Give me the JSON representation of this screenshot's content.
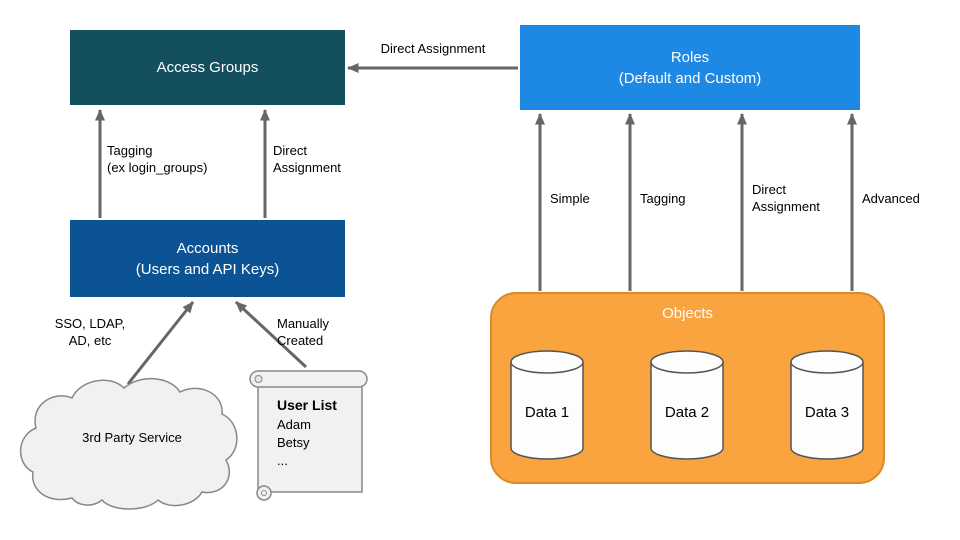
{
  "diagram": {
    "nodes": {
      "access_groups": "Access Groups",
      "roles": "Roles\n(Default and Custom)",
      "accounts": "Accounts\n(Users and API Keys)",
      "objects_title": "Objects",
      "data_cylinders": [
        "Data 1",
        "Data 2",
        "Data 3"
      ],
      "third_party_cloud": "3rd Party Service",
      "user_list_scroll": {
        "title": "User List",
        "entries": "Adam\nBetsy\n..."
      }
    },
    "edge_labels": {
      "roles_to_access_groups": "Direct Assignment",
      "accounts_to_access_groups_tagging": "Tagging\n(ex login_groups)",
      "accounts_to_access_groups_direct": "Direct\nAssignment",
      "cloud_to_accounts": "SSO, LDAP,\nAD, etc",
      "scroll_to_accounts": "Manually\nCreated",
      "objects_to_roles_simple": "Simple",
      "objects_to_roles_tagging": "Tagging",
      "objects_to_roles_direct": "Direct\nAssignment",
      "objects_to_roles_advanced": "Advanced"
    },
    "colors": {
      "access_groups_fill": "#134f5c",
      "accounts_fill": "#0b5394",
      "roles_fill": "#1e88e5",
      "objects_fill": "#f9a43f",
      "objects_border": "#d98a2b",
      "cylinder_fill": "#fdfdfd",
      "cloud_scroll_fill": "#f1f1f1",
      "arrow_color": "#666666",
      "box_text": "#ffffff",
      "label_text": "#000000"
    }
  }
}
